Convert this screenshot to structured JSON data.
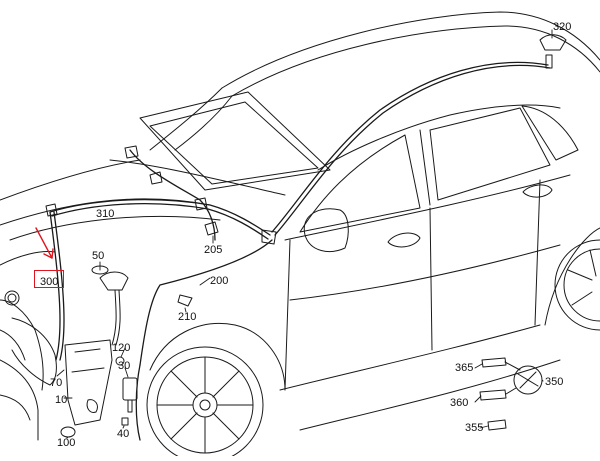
{
  "diagram": {
    "part_labels": {
      "p320": "320",
      "p310": "310",
      "p205": "205",
      "p300": "300",
      "p50": "50",
      "p200": "200",
      "p210": "210",
      "p120": "120",
      "p30": "30",
      "p70": "70",
      "p10": "10",
      "p40": "40",
      "p100": "100",
      "p365": "365",
      "p350": "350",
      "p360": "360",
      "p355": "355"
    },
    "highlighted_label": "300",
    "colors": {
      "line": "#1a1a1a",
      "highlight": "#e0141e"
    }
  }
}
